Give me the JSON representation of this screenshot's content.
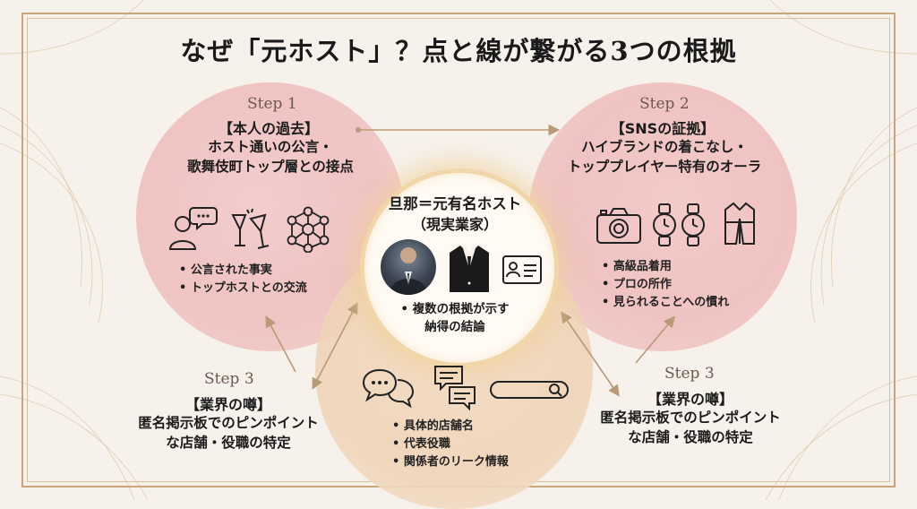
{
  "title": "なぜ「元ホスト」？点と線が繋がる3つの根拠",
  "center": {
    "heading_line1": "旦那＝元有名ホスト",
    "heading_line2": "（現実業家）",
    "bullet_line1": "• 複数の根拠が示す",
    "bullet_line2": "納得の結論"
  },
  "left": {
    "step": "Step 1",
    "heading": "【本人の過去】",
    "sub_line1": "ホスト通いの公言・",
    "sub_line2": "歌舞伎町トップ層との接点",
    "bullets": [
      "公言された事実",
      "トップホストとの交流"
    ]
  },
  "right": {
    "step": "Step 2",
    "heading": "【SNSの証拠】",
    "sub_line1": "ハイブランドの着こなし・",
    "sub_line2": "トッププレイヤー特有のオーラ",
    "bullets": [
      "高級品着用",
      "プロの所作",
      "見られることへの慣れ"
    ]
  },
  "bottom_left": {
    "step": "Step 3",
    "heading": "【業界の噂】",
    "sub_line1": "匿名掲示板でのピンポイント",
    "sub_line2": "な店舗・役職の特定"
  },
  "bottom_right": {
    "step": "Step 3",
    "heading": "【業界の噂】",
    "sub_line1": "匿名掲示板でのピンポイント",
    "sub_line2": "な店舗・役職の特定"
  },
  "bottom": {
    "bullets": [
      "具体的店舗名",
      "代表役職",
      "関係者のリーク情報"
    ]
  },
  "colors": {
    "frame": "#c9a57a",
    "pink_circle": "#eec0bf",
    "beige_circle": "#efd3b6",
    "arrow": "#b89a78"
  }
}
